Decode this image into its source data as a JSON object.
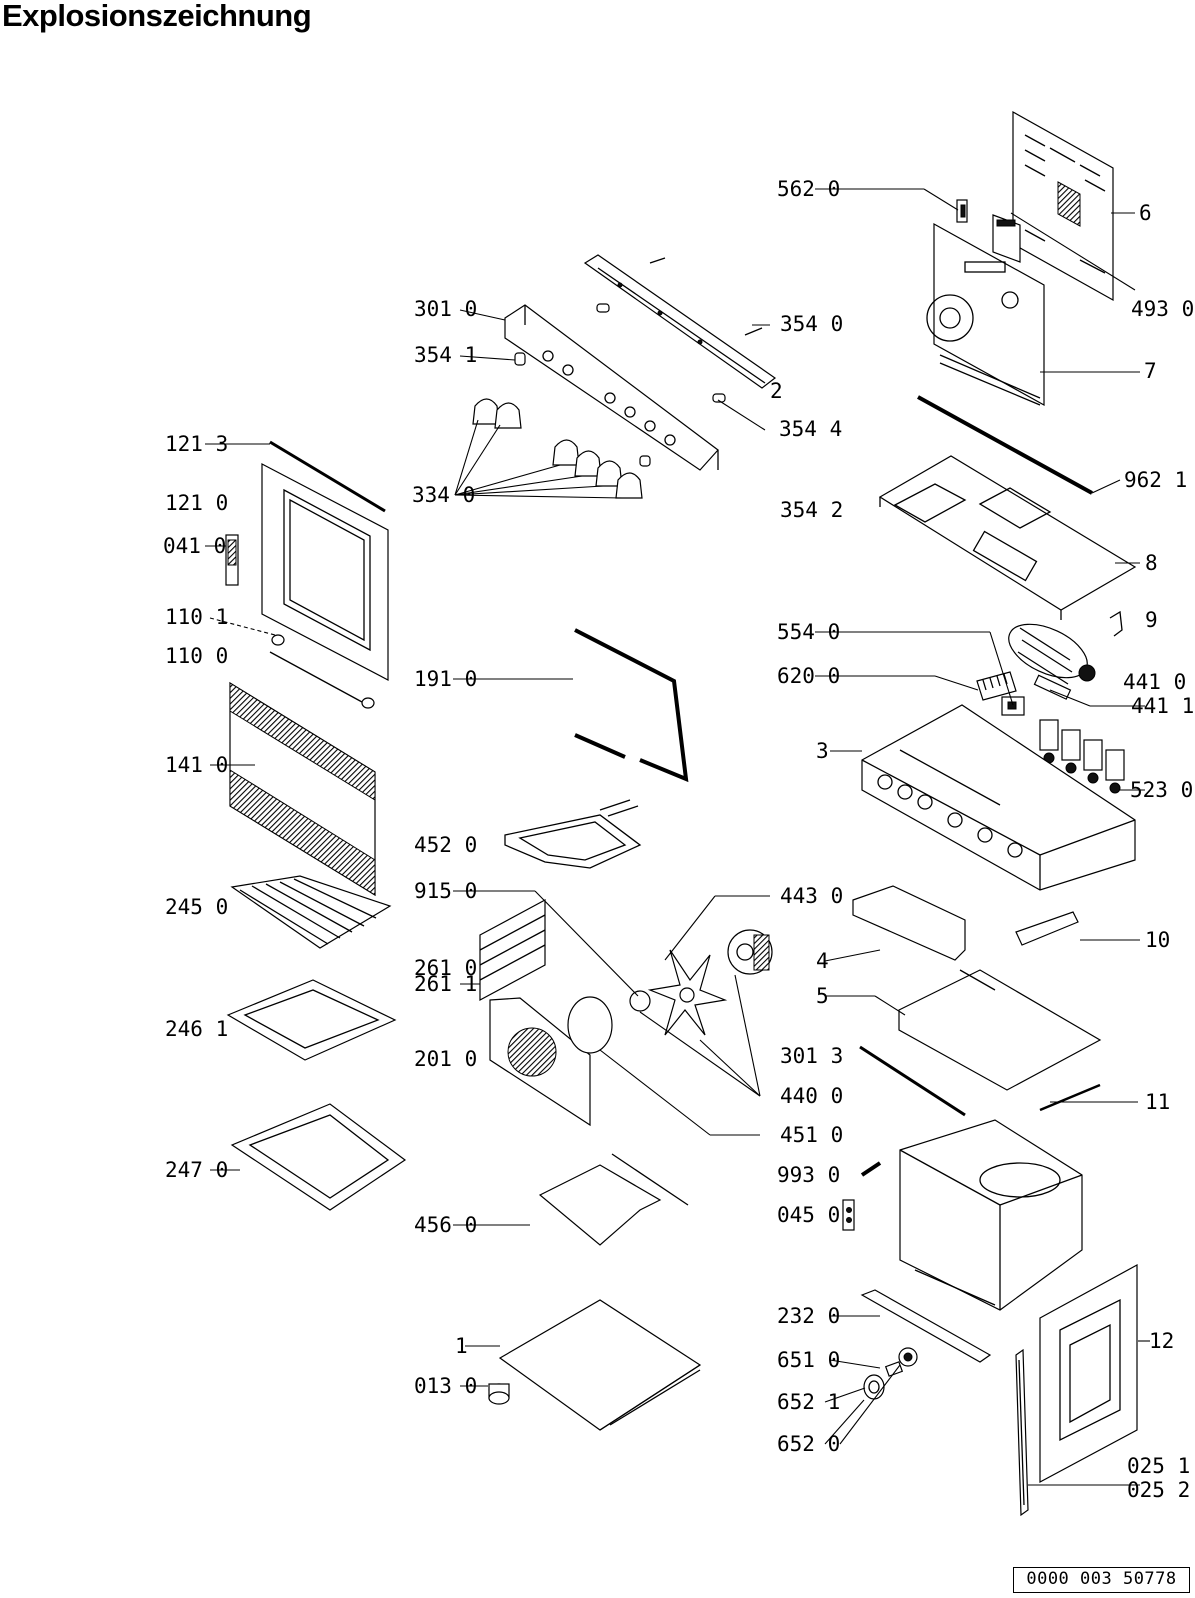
{
  "title": "Explosionszeichnung",
  "doc_number": "0000 003 50778",
  "labels": {
    "l562_0": "562 0",
    "l6": "6",
    "l493_0": "493 0",
    "l301_0": "301 0",
    "l354_0": "354 0",
    "l354_1": "354 1",
    "l2": "2",
    "l7": "7",
    "l354_4": "354 4",
    "l121_3": "121 3",
    "l334_0": "334 0",
    "l354_2": "354 2",
    "l962_1": "962 1",
    "l121_0": "121 0",
    "l041_0": "041 0",
    "l8": "8",
    "l110_1": "110 1",
    "l110_0": "110 0",
    "l554_0": "554 0",
    "l9": "9",
    "l191_0": "191 0",
    "l620_0": "620 0",
    "l441_0": "441 0",
    "l441_1": "441 1",
    "l141_0": "141 0",
    "l3": "3",
    "l523_0": "523 0",
    "l452_0": "452 0",
    "l915_0": "915 0",
    "l443_0": "443 0",
    "l245_0": "245 0",
    "l4": "4",
    "l10": "10",
    "l261_0": "261 0",
    "l261_1": "261 1",
    "l5": "5",
    "l246_1": "246 1",
    "l201_0": "201 0",
    "l301_3": "301 3",
    "l440_0": "440 0",
    "l11": "11",
    "l451_0": "451 0",
    "l247_0": "247 0",
    "l993_0": "993 0",
    "l045_0": "045 0",
    "l456_0": "456 0",
    "l232_0": "232 0",
    "l12": "12",
    "l1": "1",
    "l651_0": "651 0",
    "l013_0": "013 0",
    "l652_1": "652 1",
    "l652_0": "652 0",
    "l025_1": "025 1",
    "l025_2": "025 2"
  }
}
